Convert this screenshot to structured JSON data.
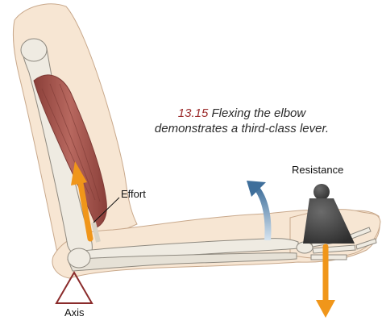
{
  "figure": {
    "caption_number": "13.15",
    "caption_line1": "Flexing the elbow",
    "caption_line2": "demonstrates a third-class lever."
  },
  "labels": {
    "effort": "Effort",
    "resistance": "Resistance",
    "axis": "Axis"
  },
  "colors": {
    "skin": "#f7e6d3",
    "skin_outline": "#c9a98c",
    "bone": "#efebe2",
    "bone_outline": "#8f8a80",
    "muscle": "#b3655e",
    "muscle_dark": "#7e3a35",
    "effort_arrow": "#f0961a",
    "resistance_arrow": "#f0961a",
    "rotation_arrow": "#4f7fa8",
    "weight": "#4a4a4a",
    "axis_triangle": "#8a2b2b",
    "caption_number": "#9b2b2b"
  }
}
